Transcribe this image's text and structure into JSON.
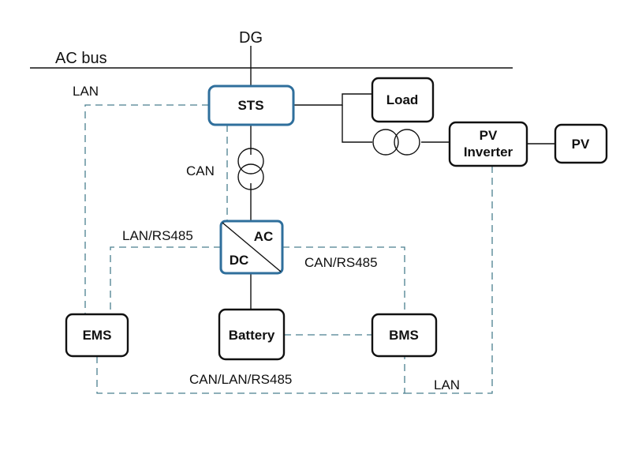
{
  "labels": {
    "dg": "DG",
    "ac_bus": "AC bus",
    "lan_top_left": "LAN",
    "can": "CAN",
    "lan_rs485": "LAN/RS485",
    "can_rs485": "CAN/RS485",
    "can_lan_rs485": "CAN/LAN/RS485",
    "lan_bottom_right": "LAN"
  },
  "nodes": {
    "sts": "STS",
    "load": "Load",
    "pv_inverter_line1": "PV",
    "pv_inverter_line2": "Inverter",
    "pv": "PV",
    "converter_ac": "AC",
    "converter_dc": "DC",
    "ems": "EMS",
    "battery": "Battery",
    "bms": "BMS"
  },
  "colors": {
    "line": "#111111",
    "dashed_link": "#4a7f8f",
    "highlight_border": "#2f6f9c"
  }
}
